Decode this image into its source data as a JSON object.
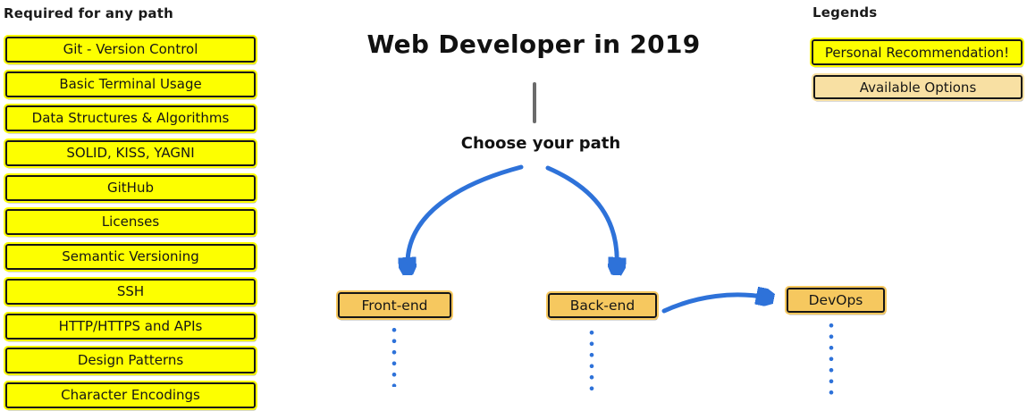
{
  "title": "Web Developer in 2019",
  "subtitle": "Choose your path",
  "required": {
    "header": "Required for any path",
    "items": [
      "Git - Version Control",
      "Basic Terminal Usage",
      "Data Structures & Algorithms",
      "SOLID, KISS, YAGNI",
      "GitHub",
      "Licenses",
      "Semantic Versioning",
      "SSH",
      "HTTP/HTTPS and APIs",
      "Design Patterns",
      "Character Encodings"
    ]
  },
  "paths": {
    "frontend": "Front-end",
    "backend": "Back-end",
    "devops": "DevOps"
  },
  "legends": {
    "header": "Legends",
    "personal_recommendation": "Personal Recommendation!",
    "available_options": "Available Options"
  },
  "colors": {
    "required_fill": "#FDFF00",
    "path_fill": "#F6C85F",
    "available_fill": "#F8E0A3",
    "arrow_blue": "#2E72D9",
    "line_gray": "#6B6B6B",
    "border_black": "#161616"
  }
}
